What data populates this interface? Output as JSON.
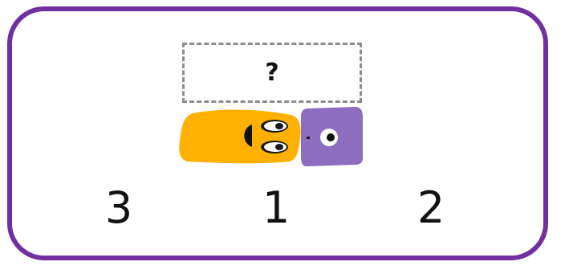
{
  "slot": {
    "label": "?"
  },
  "characters": [
    {
      "name": "orange-blob",
      "color": "#FFB000"
    },
    {
      "name": "purple-cube",
      "color": "#8E6CC0"
    }
  ],
  "choices": [
    {
      "label": "3"
    },
    {
      "label": "1"
    },
    {
      "label": "2"
    }
  ],
  "colors": {
    "frame": "#7030A0",
    "dash": "#8c8c8c"
  }
}
